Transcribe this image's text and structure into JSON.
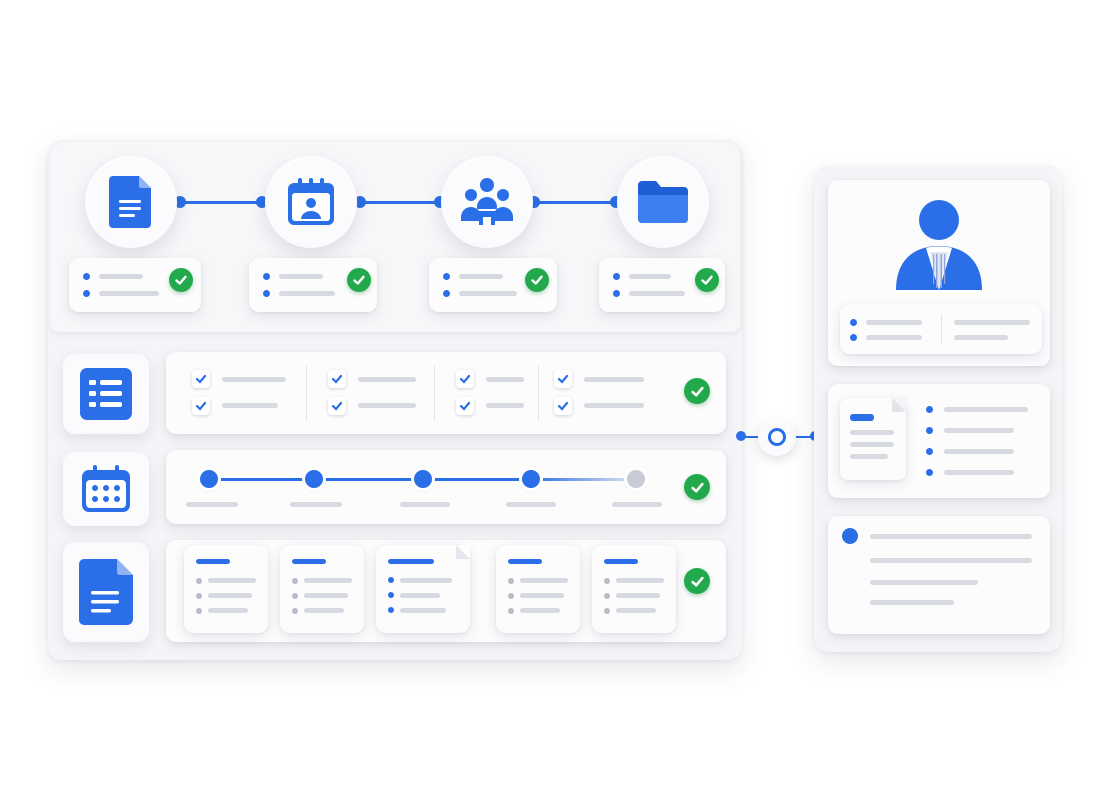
{
  "colors": {
    "accent": "#2a6fe8",
    "success": "#22a94b",
    "panel": "#f4f5f8",
    "card": "#fcfcfd",
    "placeholder_bar": "#d7dae1"
  },
  "workflow": {
    "steps": [
      {
        "icon": "document-icon",
        "status": "complete"
      },
      {
        "icon": "calendar-person-icon",
        "status": "complete"
      },
      {
        "icon": "meeting-group-icon",
        "status": "complete"
      },
      {
        "icon": "folder-icon",
        "status": "complete"
      }
    ]
  },
  "rows": [
    {
      "icon": "checklist-icon",
      "status": "complete",
      "checked_items": 8
    },
    {
      "icon": "calendar-icon",
      "status": "complete",
      "timeline_progress": 0.8
    },
    {
      "icon": "document-icon",
      "status": "complete",
      "document_cards": 5
    }
  ],
  "profile": {
    "icon": "judge-person-icon",
    "detail_icon": "document-card-icon"
  },
  "connector": {
    "icon": "link-node-icon"
  }
}
